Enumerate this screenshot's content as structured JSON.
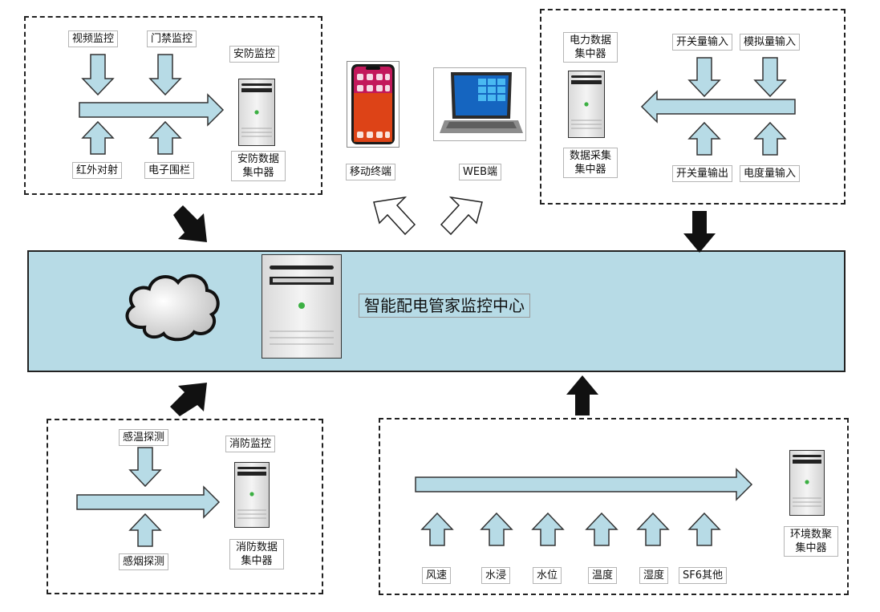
{
  "security": {
    "inputs_top": [
      "视频监控",
      "门禁监控"
    ],
    "inputs_bottom": [
      "红外对射",
      "电子围栏"
    ],
    "title": "安防监控",
    "collector": "安防数据集中器"
  },
  "clients": {
    "mobile": "移动终端",
    "web": "WEB端"
  },
  "power": {
    "collector_top": "电力数据集中器",
    "collector_bottom": "数据采集集中器",
    "inputs_top": [
      "开关量输入",
      "模拟量输入"
    ],
    "inputs_bottom": [
      "开关量输出",
      "电度量输入"
    ]
  },
  "center": {
    "title": "智能配电管家监控中心"
  },
  "fire": {
    "input_top": "感温探测",
    "input_bottom": "感烟探测",
    "title": "消防监控",
    "collector": "消防数据集中器"
  },
  "environment": {
    "sensors": [
      "风速",
      "水浸",
      "水位",
      "温度",
      "湿度",
      "SF6其他"
    ],
    "collector": "环境数聚集中器"
  },
  "colors": {
    "arrow_fill": "#b7dbe6",
    "panel_fill": "#b7dbe6",
    "status_led": "#3cb043"
  }
}
